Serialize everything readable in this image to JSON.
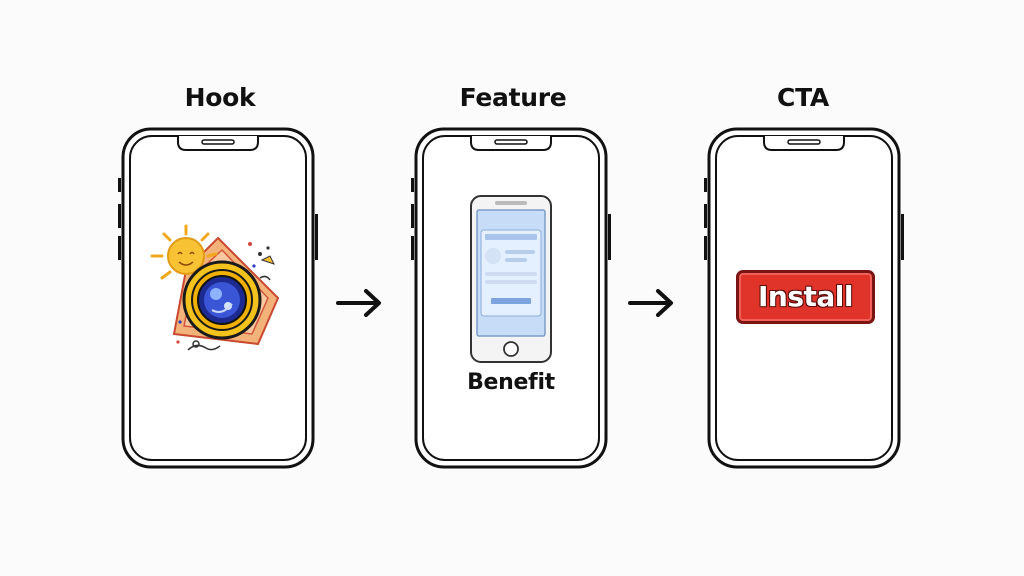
{
  "steps": [
    {
      "title": "Hook",
      "illustration": "hook-sticker-icon"
    },
    {
      "title": "Feature",
      "illustration": "mini-phone-icon",
      "caption": "Benefit"
    },
    {
      "title": "CTA",
      "button_label": "Install"
    }
  ],
  "arrows": [
    "arrow-right-icon",
    "arrow-right-icon"
  ],
  "colors": {
    "outline": "#111111",
    "background": "#fbfbfb",
    "install_button": "#e0332a",
    "install_border": "#7a1513",
    "sun": "#f7c234",
    "lens_ring": "#e8b300",
    "lens": "#2b3fc4",
    "mini_screen": "#c7dcf7"
  }
}
